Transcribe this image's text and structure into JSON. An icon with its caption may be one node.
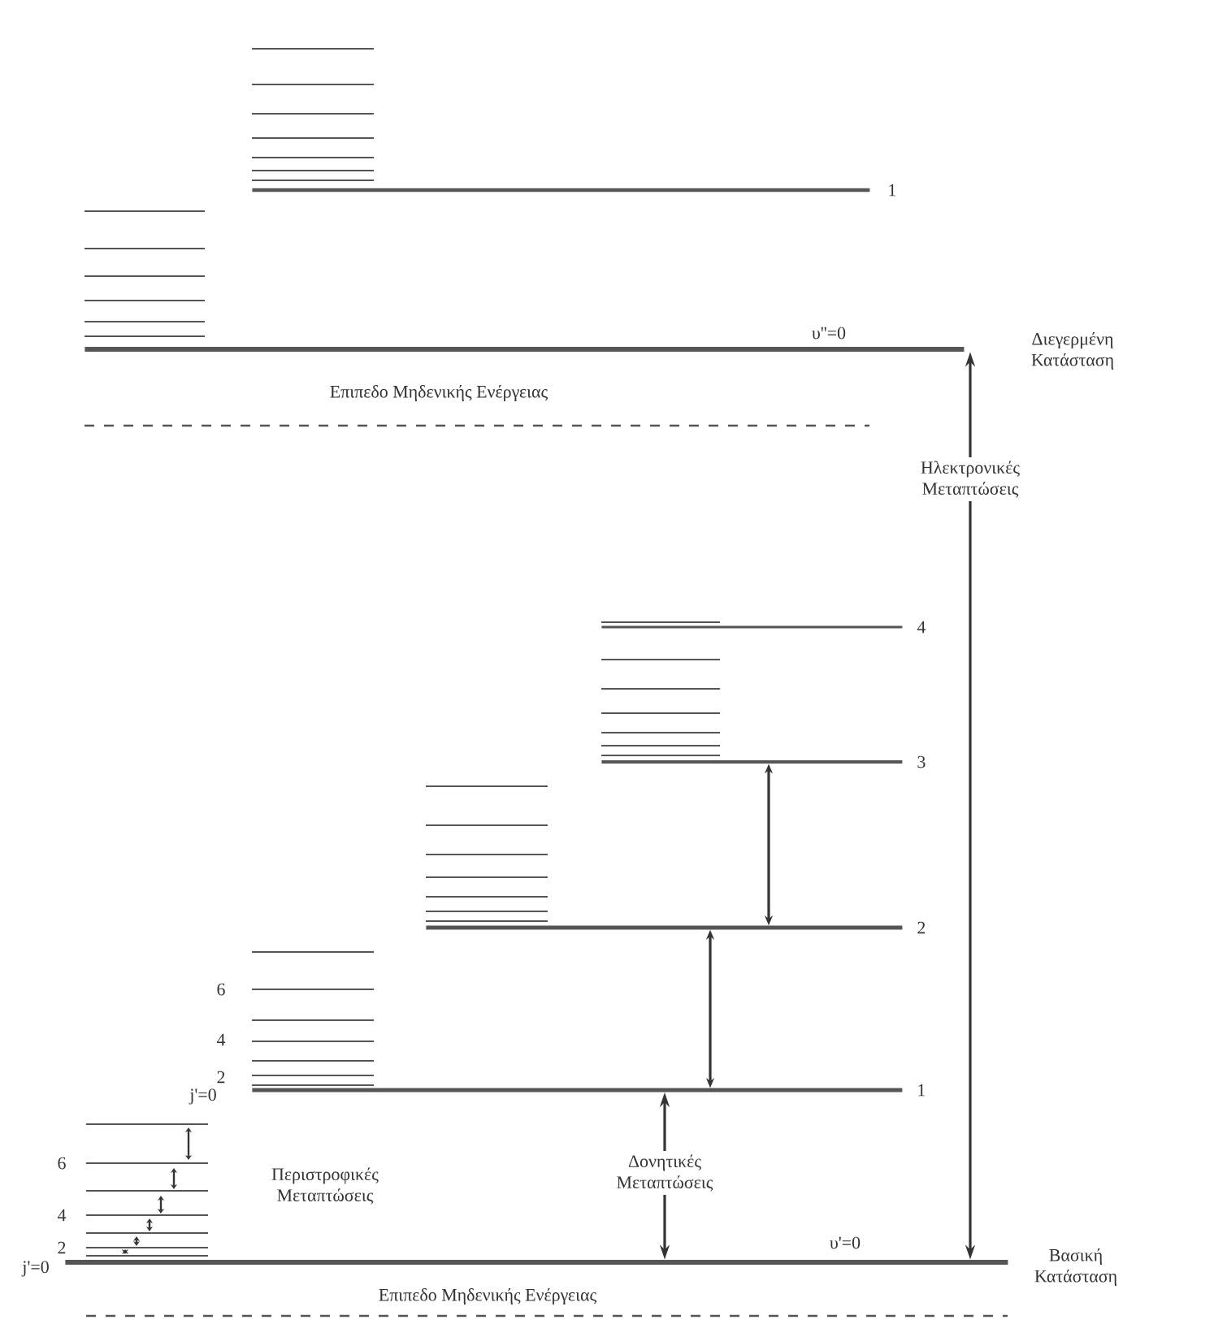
{
  "diagram": {
    "nodes": [
      {
        "text": [],
        "shape": "bar",
        "beside": [
          "1"
        ]
      },
      {
        "text": [],
        "shape": "bar",
        "beside": [
          "υ''=0",
          "Διεγερμένη Κατάσταση"
        ]
      },
      {
        "text": [],
        "shape": "bar",
        "beside": [
          "4"
        ]
      },
      {
        "text": [],
        "shape": "bar",
        "beside": [
          "3"
        ]
      },
      {
        "text": [],
        "shape": "bar",
        "beside": [
          "2"
        ]
      },
      {
        "text": [],
        "shape": "bar",
        "beside": [
          "1"
        ]
      },
      {
        "text": [],
        "shape": "bar",
        "beside": [
          "υ'=0",
          "Βασική Κατάσταση"
        ]
      },
      {
        "text": [
          "Δονητικές Μεταπτώσεις"
        ]
      },
      {
        "text": [
          "Ηλεκτρονικές Μεταπτώσεις"
        ]
      }
    ],
    "edges": [
      {
        "from": 8,
        "to": 1,
        "arrow": "to"
      },
      {
        "from": 8,
        "to": 6,
        "arrow": "to"
      },
      {
        "from": 5,
        "to": 4,
        "arrow": "both"
      },
      {
        "from": 4,
        "to": 3,
        "arrow": "both"
      },
      {
        "from": 7,
        "to": 5,
        "arrow": "to"
      },
      {
        "from": 7,
        "to": 6,
        "arrow": "to"
      }
    ],
    "labels": [
      "Επιπεδο Μηδενικής Ενέργειας",
      "6",
      "4",
      "2",
      "j'=0",
      "6",
      "Περιστροφικές Μεταπτώσεις",
      "4",
      "2",
      "j'=0",
      "Επιπεδο Μηδενικής Ενέργειας"
    ]
  }
}
